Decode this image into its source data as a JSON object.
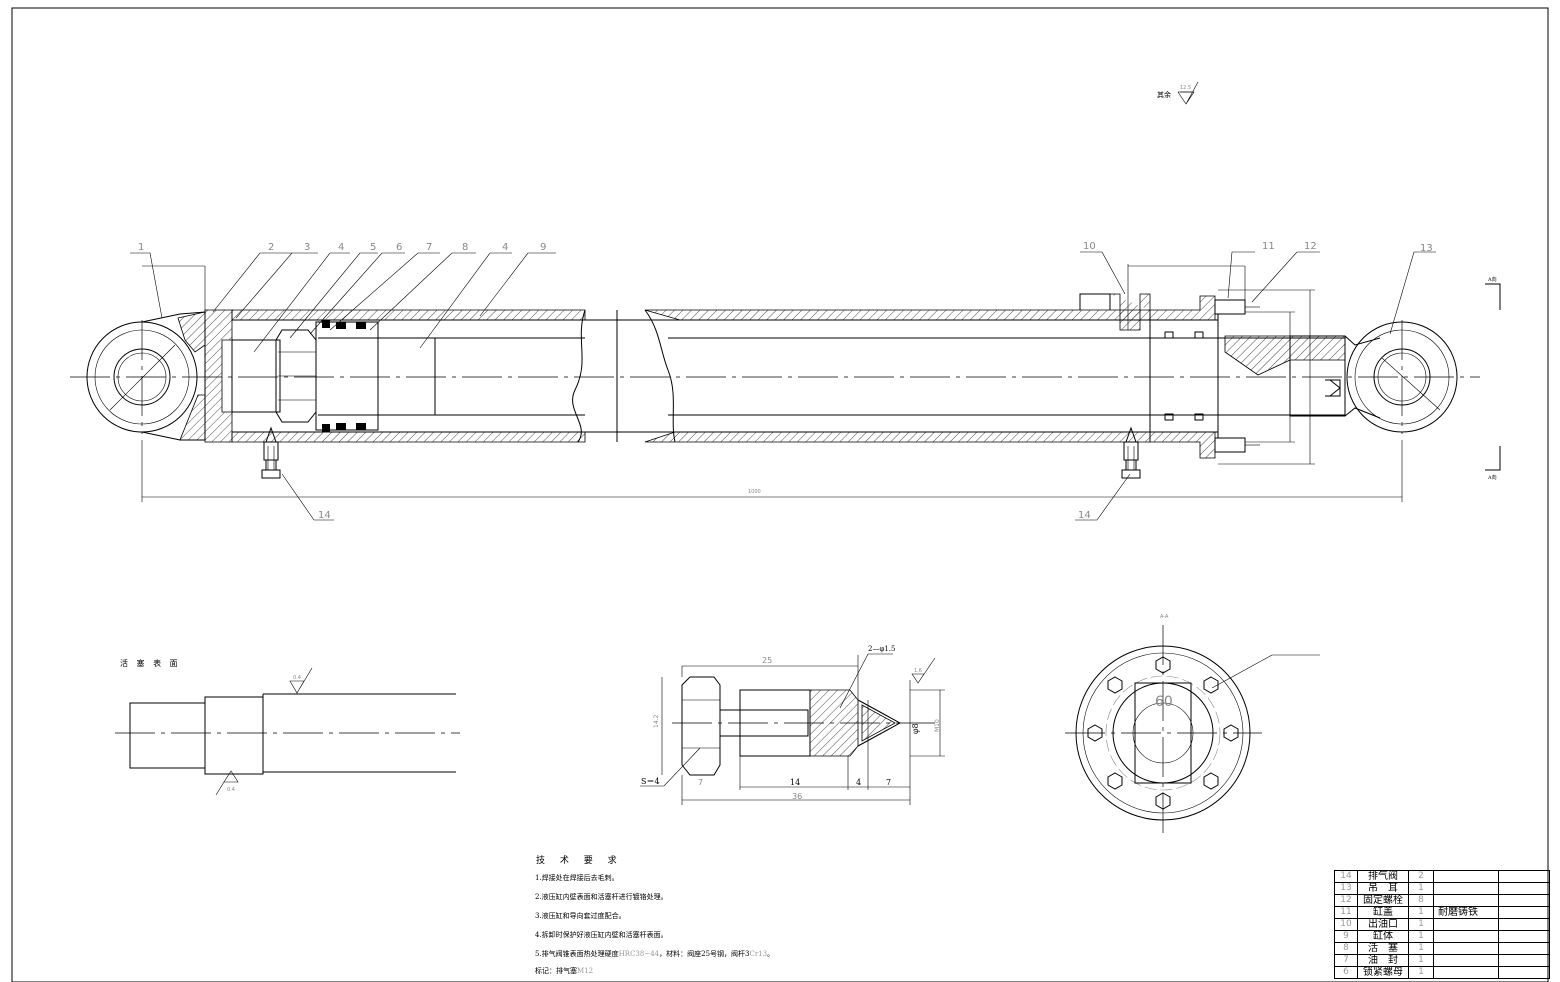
{
  "roughness_note": {
    "label": "其余",
    "value": "12.5"
  },
  "balloons": {
    "b1": "1",
    "b2": "2",
    "b3": "3",
    "b4a": "4",
    "b5": "5",
    "b6": "6",
    "b7": "7",
    "b8": "8",
    "b4b": "4",
    "b9": "9",
    "b10": "10",
    "b11": "11",
    "b12": "12",
    "b13": "13",
    "b14a": "14",
    "b14b": "14"
  },
  "section_marks": {
    "top": "A向",
    "bottom": "A向",
    "view_label": "A-A"
  },
  "main_dims": {
    "overall_length": "1000"
  },
  "detail_piston": {
    "title": "活 塞 表 面",
    "rough_top": "0.4",
    "rough_bottom": "0.4"
  },
  "detail_valve": {
    "hole_note": "2—φ1.5",
    "dim_total_top": "25",
    "dim_total": "36",
    "dim_14": "14",
    "dim_4": "4",
    "dim_7a": "7",
    "dim_7b": "7",
    "dim_phi8": "φ8",
    "dim_height": "M10",
    "dim_left": "14.2",
    "s_label": "S＝4",
    "rough": "1.6"
  },
  "detail_flange": {
    "center_label": "60"
  },
  "tech_requirements": {
    "title": "技 术 要 求",
    "items": [
      {
        "text": "1.焊接处在焊接后去毛刺。",
        "grey": ""
      },
      {
        "text": "2.液压缸内壁表面和活塞杆进行镀铬处理。",
        "grey": ""
      },
      {
        "text": "3.液压缸和导向套过度配合。",
        "grey": ""
      },
      {
        "text": "4.拆卸时保护好液压缸内壁和活塞杆表面。",
        "grey": ""
      },
      {
        "text": "5.排气阀锥表面热处理硬度",
        "grey": "HRC38~44",
        "tail": "，材料：阀座25号钢，阀杆3",
        "grey2": "Cr13",
        "tail2": "。"
      },
      {
        "text": "  标记：排气塞",
        "grey": "M12"
      }
    ]
  },
  "bom": [
    {
      "no": "14",
      "name": "排气阀",
      "qty": "2",
      "material": ""
    },
    {
      "no": "13",
      "name": "吊　耳",
      "qty": "1",
      "material": ""
    },
    {
      "no": "12",
      "name": "固定螺栓",
      "qty": "8",
      "material": ""
    },
    {
      "no": "11",
      "name": "缸盖",
      "qty": "1",
      "material": "耐磨铸铁"
    },
    {
      "no": "10",
      "name": "出油口",
      "qty": "1",
      "material": ""
    },
    {
      "no": "9",
      "name": "缸体",
      "qty": "1",
      "material": ""
    },
    {
      "no": "8",
      "name": "活　塞",
      "qty": "1",
      "material": ""
    },
    {
      "no": "7",
      "name": "油　封",
      "qty": "1",
      "material": ""
    },
    {
      "no": "6",
      "name": "锁紧螺母",
      "qty": "1",
      "material": ""
    }
  ]
}
